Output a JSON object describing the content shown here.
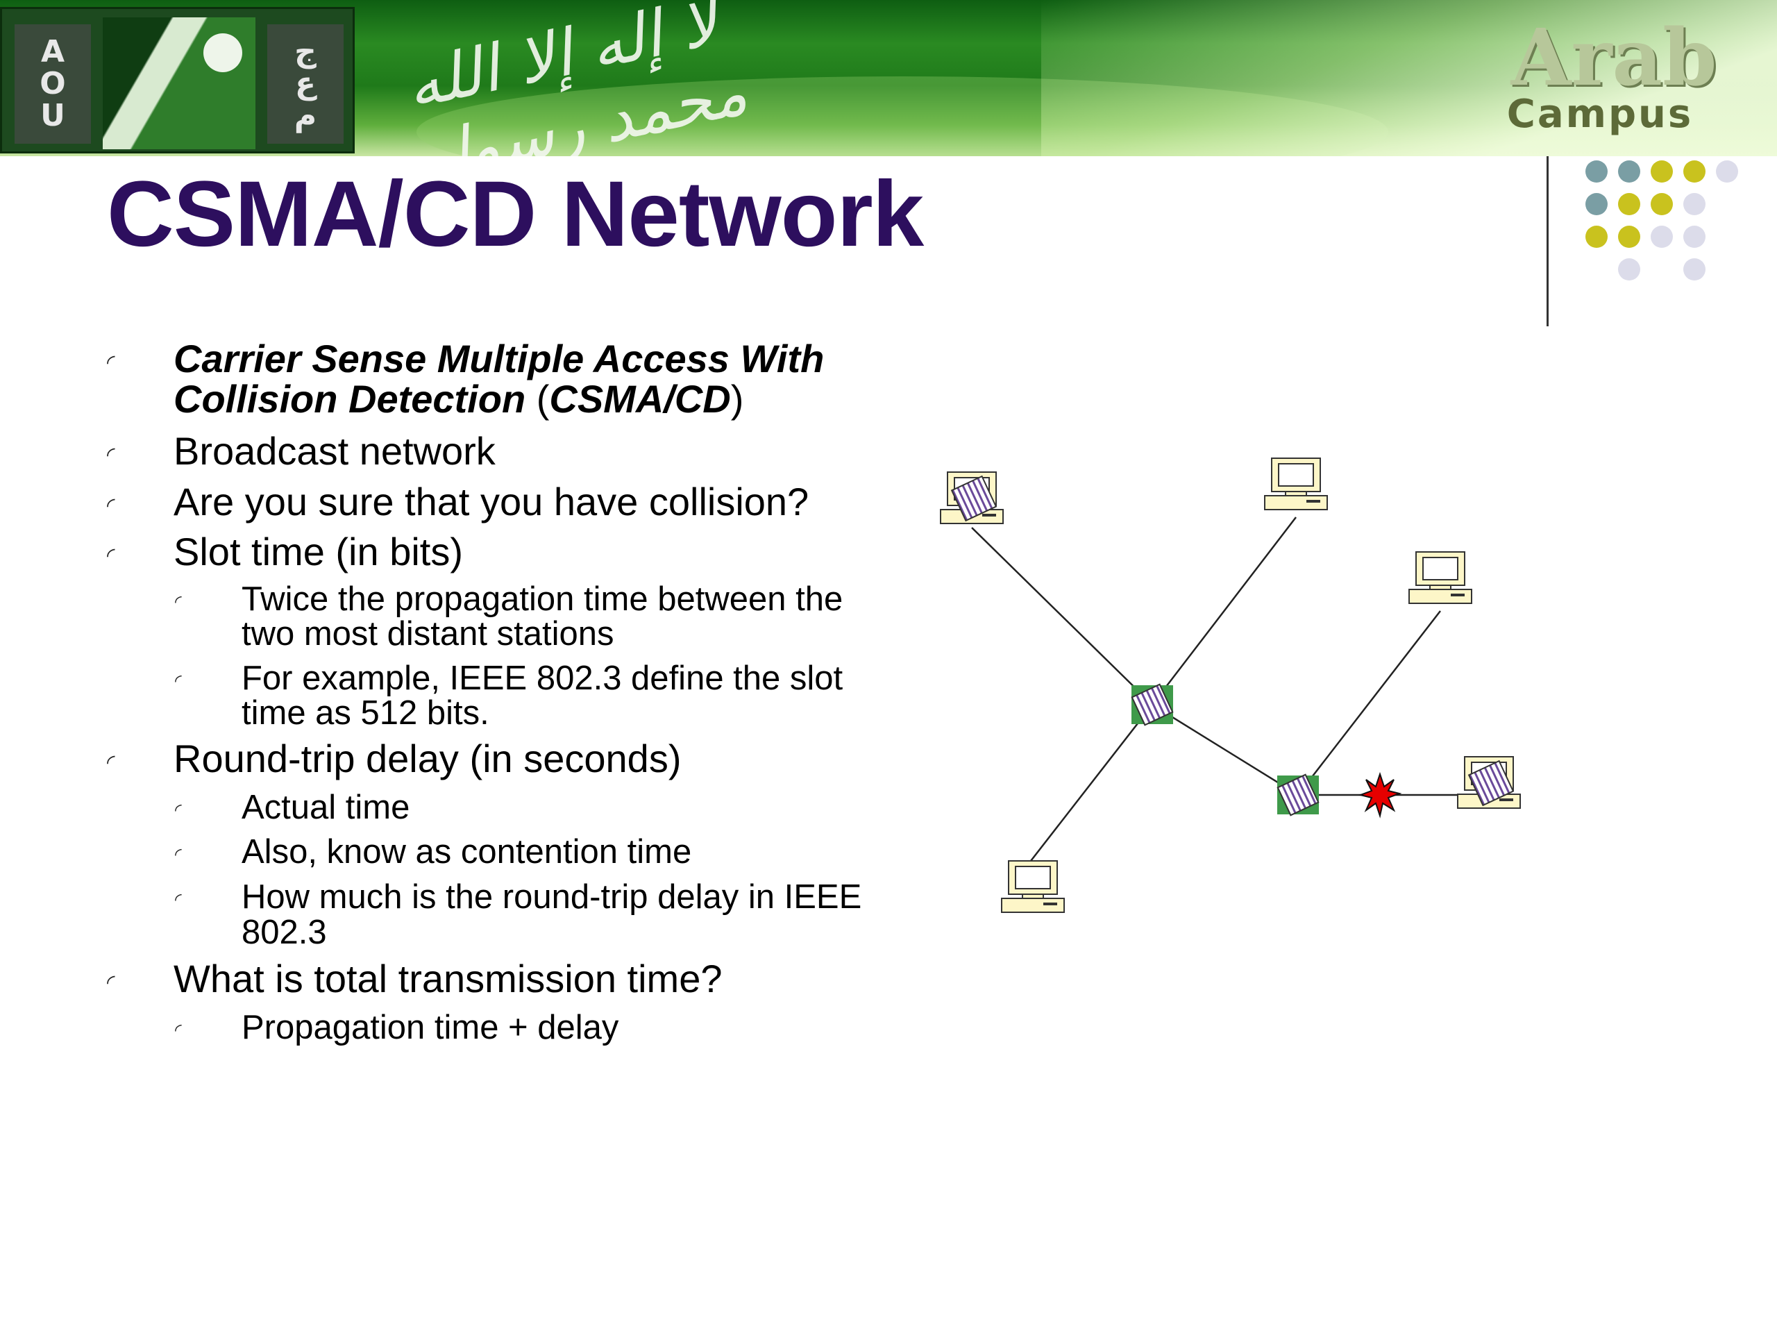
{
  "banner": {
    "logo_left_letters": [
      "A",
      "O",
      "U"
    ],
    "logo_right_letters": [
      "ج",
      "ع",
      "م"
    ],
    "calligraphy": "لا إله إلا الله محمد رسول الله",
    "brand_line1": "Arab",
    "brand_line2": "Campus"
  },
  "slide": {
    "title": "CSMA/CD Network",
    "bullets": {
      "b1_line1": "Carrier Sense Multiple Access With",
      "b1_line2_bold": "Collision Detection",
      "b1_open_paren": " (",
      "b1_abbr": "CSMA/CD",
      "b1_close_paren": ")",
      "b2": "Broadcast network",
      "b3": "Are you sure that you have collision?",
      "b4": "Slot time (in bits)",
      "b4_s1_line1": "Twice the propagation time between the",
      "b4_s1_line2": "two most distant stations",
      "b4_s2_line1": "For example, IEEE 802.3 define the slot",
      "b4_s2_line2": "time as 512 bits.",
      "b5": "Round-trip delay  (in seconds)",
      "b5_s1": "Actual time",
      "b5_s2": "Also, know as contention time",
      "b5_s3_line1": "How much is the round-trip delay in IEEE",
      "b5_s3_line2": "802.3",
      "b6": "What is total transmission time?",
      "b6_s1": "Propagation time +  delay"
    },
    "bullet_marker": "◜"
  },
  "colors": {
    "title": "#2d0f5e",
    "banner_green": "#1f7a1a",
    "dot_teal": "#7a9ea4",
    "dot_olive": "#c9c21e",
    "dot_lavender": "#dcdcea",
    "computer_fill": "#fdf6c8",
    "hub_green": "#3f9a4a",
    "collision_red": "#e60000"
  },
  "diagram": {
    "computers": [
      "computer-top-left",
      "computer-top-middle",
      "computer-right-upper",
      "computer-right-lower",
      "computer-bottom-left"
    ],
    "hubs": [
      "hub-center",
      "hub-right"
    ],
    "collision": "collision-star-icon"
  }
}
